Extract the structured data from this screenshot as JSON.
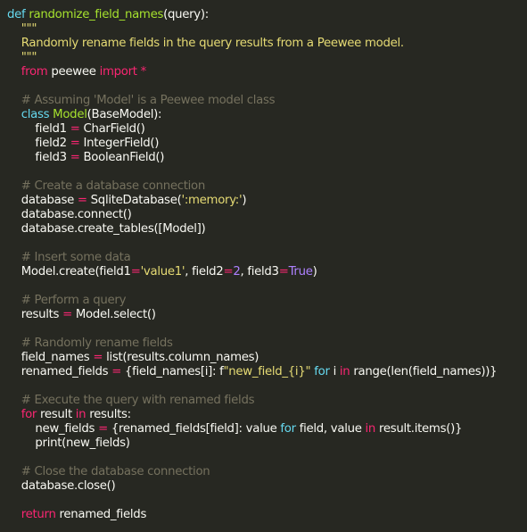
{
  "colors": {
    "background": "#272822",
    "plain": "#f8f8f2",
    "keyword": "#f92672",
    "def": "#66d9ef",
    "function": "#a6e22e",
    "string": "#e6db74",
    "number": "#ae81ff",
    "comment": "#75715e"
  },
  "lines": [
    [
      [
        "def",
        "def"
      ],
      [
        "plain",
        " "
      ],
      [
        "func",
        "randomize_field_names"
      ],
      [
        "plain",
        "(query):"
      ]
    ],
    [
      [
        "string",
        "    \"\"\""
      ]
    ],
    [
      [
        "string",
        "    Randomly rename fields in the query results from a Peewee model."
      ]
    ],
    [
      [
        "string",
        "    \"\"\""
      ]
    ],
    [
      [
        "plain",
        "    "
      ],
      [
        "keyword",
        "from"
      ],
      [
        "plain",
        " peewee "
      ],
      [
        "keyword",
        "import"
      ],
      [
        "plain",
        " "
      ],
      [
        "keyword",
        "*"
      ]
    ],
    [],
    [
      [
        "comment",
        "    # Assuming 'Model' is a Peewee model class"
      ]
    ],
    [
      [
        "plain",
        "    "
      ],
      [
        "def",
        "class"
      ],
      [
        "plain",
        " "
      ],
      [
        "class",
        "Model"
      ],
      [
        "plain",
        "(BaseModel):"
      ]
    ],
    [
      [
        "plain",
        "        field1 "
      ],
      [
        "keyword",
        "="
      ],
      [
        "plain",
        " CharField()"
      ]
    ],
    [
      [
        "plain",
        "        field2 "
      ],
      [
        "keyword",
        "="
      ],
      [
        "plain",
        " IntegerField()"
      ]
    ],
    [
      [
        "plain",
        "        field3 "
      ],
      [
        "keyword",
        "="
      ],
      [
        "plain",
        " BooleanField()"
      ]
    ],
    [],
    [
      [
        "comment",
        "    # Create a database connection"
      ]
    ],
    [
      [
        "plain",
        "    database "
      ],
      [
        "keyword",
        "="
      ],
      [
        "plain",
        " SqliteDatabase("
      ],
      [
        "string",
        "':memory:'"
      ],
      [
        "plain",
        ")"
      ]
    ],
    [
      [
        "plain",
        "    database.connect()"
      ]
    ],
    [
      [
        "plain",
        "    database.create_tables([Model])"
      ]
    ],
    [],
    [
      [
        "comment",
        "    # Insert some data"
      ]
    ],
    [
      [
        "plain",
        "    Model.create(field1"
      ],
      [
        "keyword",
        "="
      ],
      [
        "string",
        "'value1'"
      ],
      [
        "plain",
        ", field2"
      ],
      [
        "keyword",
        "="
      ],
      [
        "number",
        "2"
      ],
      [
        "plain",
        ", field3"
      ],
      [
        "keyword",
        "="
      ],
      [
        "number",
        "True"
      ],
      [
        "plain",
        ")"
      ]
    ],
    [],
    [
      [
        "comment",
        "    # Perform a query"
      ]
    ],
    [
      [
        "plain",
        "    results "
      ],
      [
        "keyword",
        "="
      ],
      [
        "plain",
        " Model.select()"
      ]
    ],
    [],
    [
      [
        "comment",
        "    # Randomly rename fields"
      ]
    ],
    [
      [
        "plain",
        "    field_names "
      ],
      [
        "keyword",
        "="
      ],
      [
        "plain",
        " list(results.column_names)"
      ]
    ],
    [
      [
        "plain",
        "    renamed_fields "
      ],
      [
        "keyword",
        "="
      ],
      [
        "plain",
        " {field_names[i]: f"
      ],
      [
        "string",
        "\"new_field_{i}\""
      ],
      [
        "plain",
        " "
      ],
      [
        "def",
        "for"
      ],
      [
        "plain",
        " i "
      ],
      [
        "keyword",
        "in"
      ],
      [
        "plain",
        " range(len(field_names))}"
      ]
    ],
    [],
    [
      [
        "comment",
        "    # Execute the query with renamed fields"
      ]
    ],
    [
      [
        "plain",
        "    "
      ],
      [
        "keyword",
        "for"
      ],
      [
        "plain",
        " result "
      ],
      [
        "keyword",
        "in"
      ],
      [
        "plain",
        " results:"
      ]
    ],
    [
      [
        "plain",
        "        new_fields "
      ],
      [
        "keyword",
        "="
      ],
      [
        "plain",
        " {renamed_fields[field]: value "
      ],
      [
        "def",
        "for"
      ],
      [
        "plain",
        " field, value "
      ],
      [
        "keyword",
        "in"
      ],
      [
        "plain",
        " result.items()}"
      ]
    ],
    [
      [
        "plain",
        "        print(new_fields)"
      ]
    ],
    [],
    [
      [
        "comment",
        "    # Close the database connection"
      ]
    ],
    [
      [
        "plain",
        "    database.close()"
      ]
    ],
    [],
    [
      [
        "plain",
        "    "
      ],
      [
        "keyword",
        "return"
      ],
      [
        "plain",
        " renamed_fields"
      ]
    ]
  ]
}
